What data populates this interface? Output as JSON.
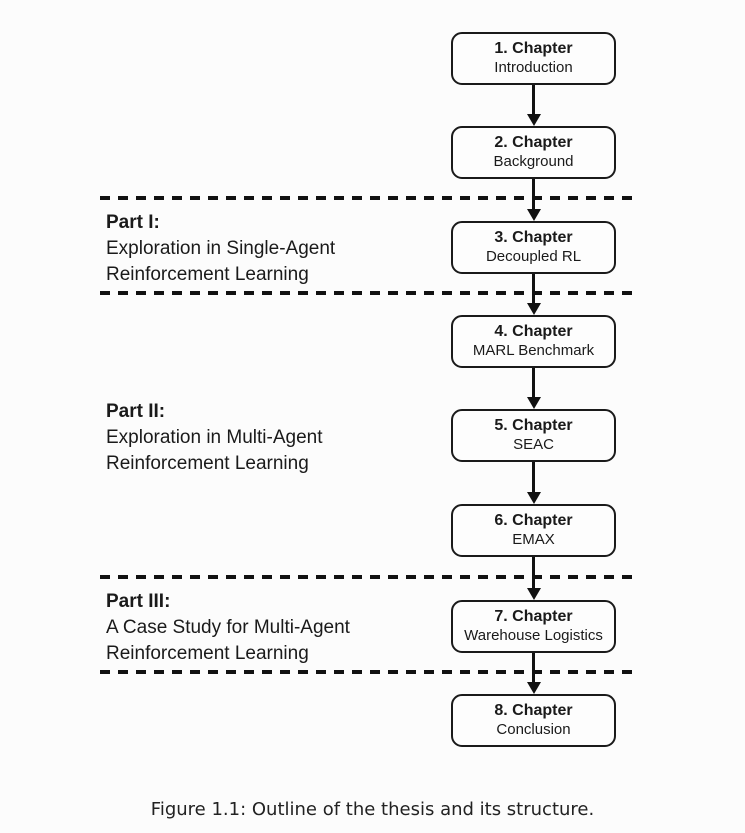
{
  "figure": {
    "caption": "Figure 1.1: Outline of the thesis and its structure."
  },
  "chapters": [
    {
      "title": "1. Chapter",
      "subtitle": "Introduction"
    },
    {
      "title": "2. Chapter",
      "subtitle": "Background"
    },
    {
      "title": "3. Chapter",
      "subtitle": "Decoupled RL"
    },
    {
      "title": "4. Chapter",
      "subtitle": "MARL Benchmark"
    },
    {
      "title": "5. Chapter",
      "subtitle": "SEAC"
    },
    {
      "title": "6. Chapter",
      "subtitle": "EMAX"
    },
    {
      "title": "7. Chapter",
      "subtitle": "Warehouse Logistics"
    },
    {
      "title": "8. Chapter",
      "subtitle": "Conclusion"
    }
  ],
  "parts": [
    {
      "name": "Part I:",
      "line1": "Exploration in Single-Agent",
      "line2": "Reinforcement Learning"
    },
    {
      "name": "Part II:",
      "line1": "Exploration in Multi-Agent",
      "line2": "Reinforcement Learning"
    },
    {
      "name": "Part III:",
      "line1": "A Case Study for Multi-Agent",
      "line2": "Reinforcement Learning"
    }
  ],
  "colors": {
    "line": "#111111",
    "box_border": "#1a1a1a",
    "background": "#fcfcfc"
  }
}
